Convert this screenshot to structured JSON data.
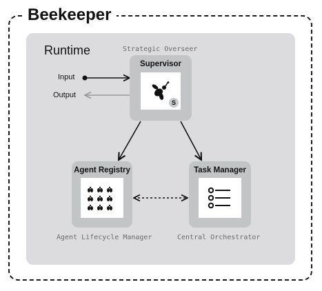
{
  "frame": {
    "title": "Beekeeper"
  },
  "runtime": {
    "title": "Runtime"
  },
  "io": {
    "input_label": "Input",
    "output_label": "Output"
  },
  "nodes": {
    "supervisor": {
      "title": "Supervisor",
      "caption": "Strategic Overseer",
      "badge": "S",
      "icon": "bee-icon"
    },
    "registry": {
      "title": "Agent Registry",
      "caption": "Agent Lifecycle Manager",
      "icon": "bee-grid-icon"
    },
    "taskmanager": {
      "title": "Task Manager",
      "caption": "Central Orchestrator",
      "icon": "checklist-icon"
    }
  },
  "colors": {
    "panel": "#dcdcde",
    "node": "#c3c4c6",
    "output_arrow": "#9a9a9a",
    "ink": "#111111"
  }
}
